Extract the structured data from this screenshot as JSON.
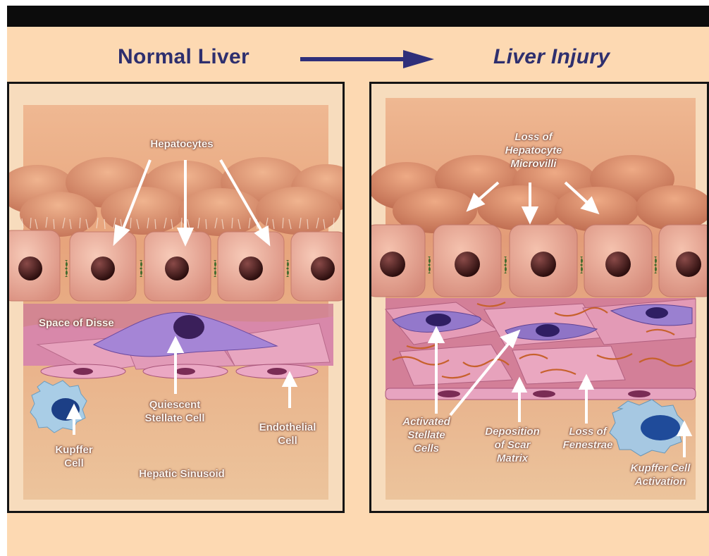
{
  "header": {
    "left_title": "Normal Liver",
    "right_title": "Liver Injury"
  },
  "normal_panel": {
    "hepatocytes": "Hepatocytes",
    "space_of_disse": "Space of Disse",
    "quiescent_stellate_cell": [
      "Quiescent",
      "Stellate Cell"
    ],
    "endothelial_cell": [
      "Endothelial",
      "Cell"
    ],
    "kupffer_cell": [
      "Kupffer",
      "Cell"
    ],
    "hepatic_sinusoid": "Hepatic Sinusoid"
  },
  "injury_panel": {
    "loss_of_microvilli": [
      "Loss of",
      "Hepatocyte",
      "Microvilli"
    ],
    "activated_stellate_cells": [
      "Activated",
      "Stellate",
      "Cells"
    ],
    "deposition_of_scar_matrix": [
      "Deposition",
      "of Scar",
      "Matrix"
    ],
    "loss_of_fenestrae": [
      "Loss of",
      "Fenestrae"
    ],
    "kupffer_cell_activation": [
      "Kupffer Cell",
      "Activation"
    ]
  },
  "colors": {
    "background": "#fdd9b2",
    "title_text": "#2e2f6e",
    "arrow": "#2f2f7a",
    "panel_border": "#141414",
    "hepatocyte_cell": "#f2b6a4",
    "nucleus": "#4a1d1c",
    "junction": "#3f6a2c",
    "endothelium": "#d888aa",
    "stellate_quiescent": "#9f7ad0",
    "stellate_activated": "#8e72c6",
    "kupffer": "#a9cde6",
    "scar_fiber": "#c7612c",
    "label_text": "#fbf5ef"
  }
}
